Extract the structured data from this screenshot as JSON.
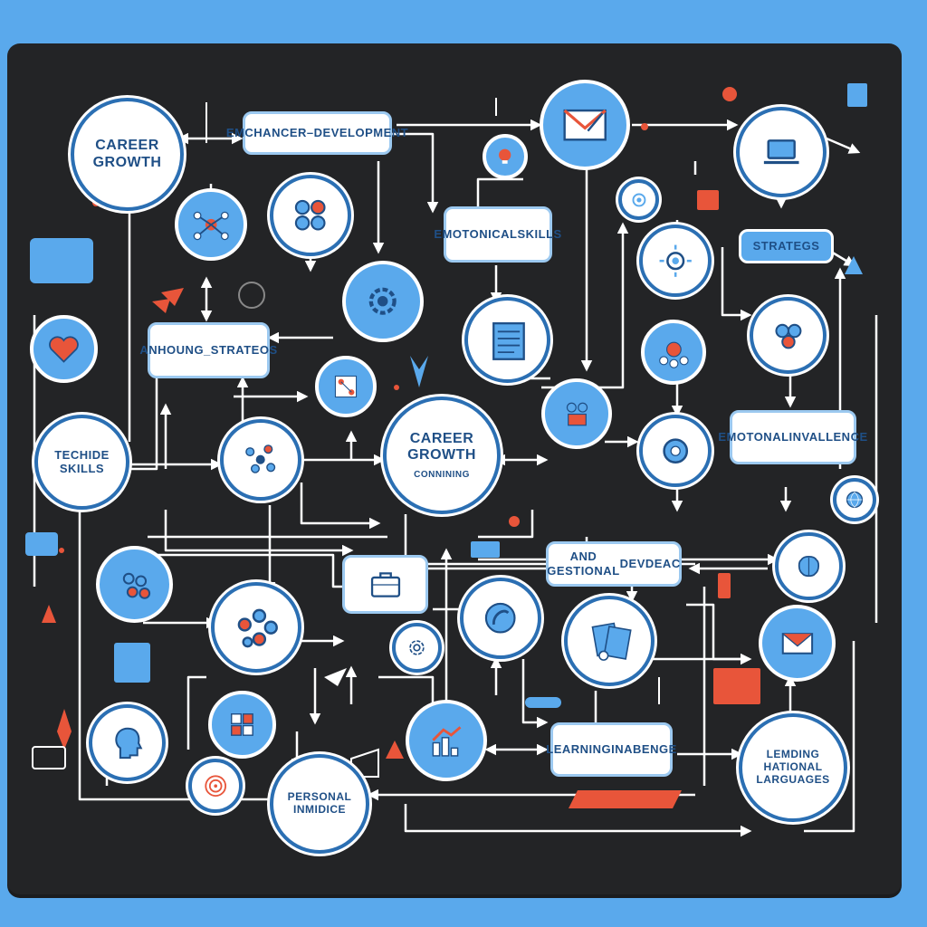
{
  "nodes": {
    "career_growth_top": {
      "line1": "CAREER",
      "line2": "GROWTH"
    },
    "enhancer": {
      "line1": "EMCHANCER–",
      "line2": "DEVELOPMENT"
    },
    "emotional_skills": {
      "line1": "EMOTONICAL",
      "line2": "SKILLS"
    },
    "strategies": {
      "text": "STRATEGS"
    },
    "anhoung": {
      "line1": "ANHOUNG_",
      "line2": "STRATEOS"
    },
    "technique": {
      "line1": "TECHIDE",
      "line2": "SKILLS"
    },
    "career_growth_center": {
      "line1": "CAREER",
      "line2": "GROWTH",
      "line3": "CONNINING"
    },
    "emotional_intelligence": {
      "line1": "EMOTONAL",
      "line2": "INVALLENCE"
    },
    "and_gestional": {
      "line1": "AND GESTIONAL",
      "line2": "DEVDEAC"
    },
    "learning": {
      "line1": "LEARNING",
      "line2": "INABENGE"
    },
    "personal": {
      "line1": "PERSONAL",
      "line2": "INMIDICE"
    },
    "leming": {
      "line1": "LEMDING",
      "line2": "HATIONAL",
      "line3": "LARGUAGES"
    }
  },
  "palette": {
    "background": "#5aa9ec",
    "board": "#232426",
    "wire": "#ffffff",
    "accent": "#e8553a",
    "node_blue": "#5aa9ec",
    "text": "#1f4f86"
  },
  "icons": [
    "envelope-icon",
    "laptop-icon",
    "network-icon",
    "gear-icon",
    "document-icon",
    "heart-icon",
    "brain-icon",
    "briefcase-icon",
    "chart-icon",
    "molecule-icon",
    "target-icon",
    "globe-icon",
    "mail-icon",
    "lightbulb-icon",
    "puzzle-icon"
  ]
}
